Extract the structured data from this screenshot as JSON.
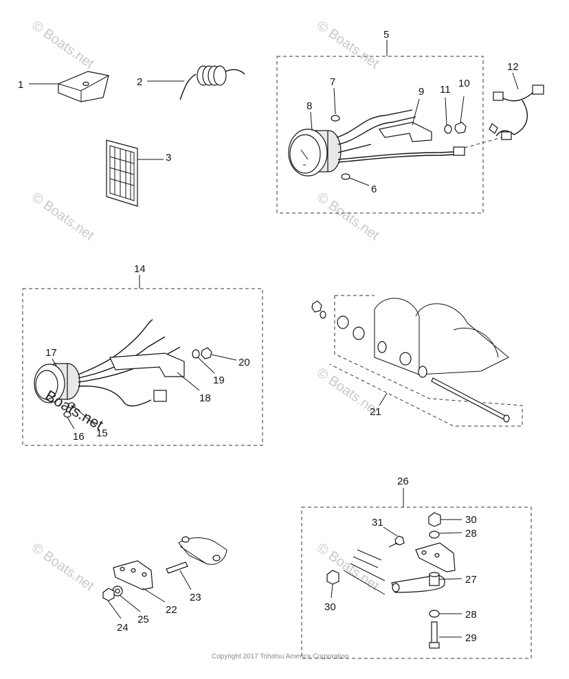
{
  "callouts": {
    "c1": "1",
    "c2": "2",
    "c3": "3",
    "c5": "5",
    "c6": "6",
    "c7": "7",
    "c8": "8",
    "c9": "9",
    "c10": "10",
    "c11": "11",
    "c12": "12",
    "c14": "14",
    "c15": "15",
    "c16": "16",
    "c17": "17",
    "c18": "18",
    "c19": "19",
    "c20": "20",
    "c21": "21",
    "c22": "22",
    "c23": "23",
    "c24": "24",
    "c25": "25",
    "c26": "26",
    "c27": "27",
    "c28a": "28",
    "c28b": "28",
    "c29": "29",
    "c30a": "30",
    "c30b": "30",
    "c31": "31"
  },
  "watermark": "© Boats.net",
  "overlay_watermark": "Boats.net",
  "copyright": "Copyright 2017 Tohatsu America Corporation"
}
